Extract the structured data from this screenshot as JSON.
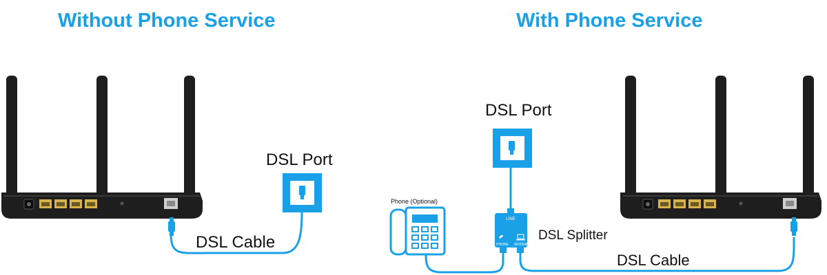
{
  "headings": {
    "without_phone": "Without Phone Service",
    "with_phone": "With Phone Service"
  },
  "labels": {
    "dsl_port_left": "DSL Port",
    "dsl_cable_left": "DSL Cable",
    "dsl_port_right": "DSL Port",
    "phone_optional": "Phone (Optional)",
    "dsl_splitter": "DSL Splitter",
    "dsl_cable_right": "DSL Cable",
    "splitter_line": "LINE",
    "splitter_phone": "PHONE",
    "splitter_modem": "MODEM"
  },
  "colors": {
    "accent": "#1aa0e6",
    "router_body": "#1e1e1e",
    "lan_port": "#d8b24a",
    "text": "#111111"
  },
  "icons": [
    "router-icon",
    "wall-socket-icon",
    "rj11-plug-icon",
    "telephone-icon",
    "splitter-icon"
  ]
}
